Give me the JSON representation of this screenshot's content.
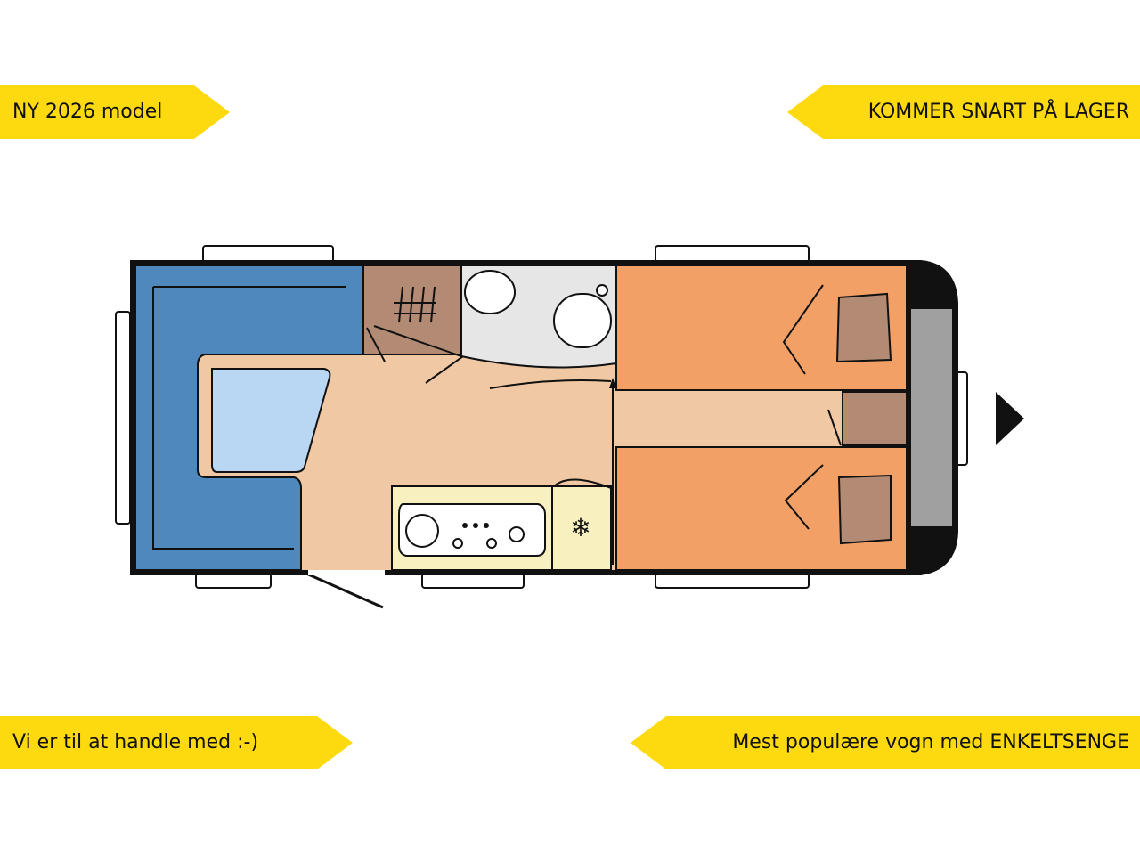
{
  "banners": {
    "top_left": "NY 2026 model",
    "top_right": "KOMMER SNART PÅ LAGER",
    "bottom_left": "Vi er til at handle med :-)",
    "bottom_right": "Mest populære vogn med ENKELTSENGE"
  },
  "colors": {
    "banner": "#fdd90f",
    "outline": "#111111",
    "seating": "#4f88bd",
    "table": "#b9d6f2",
    "floor": "#f0c8a4",
    "beds": "#f2a066",
    "storage": "#b38b74",
    "bathroom": "#e6e6e6",
    "kitchen": "#f8f1bf",
    "front_window": "#a0a0a0"
  },
  "icons": {
    "fridge": "snowflake-icon",
    "direction": "triangle-right-icon"
  }
}
